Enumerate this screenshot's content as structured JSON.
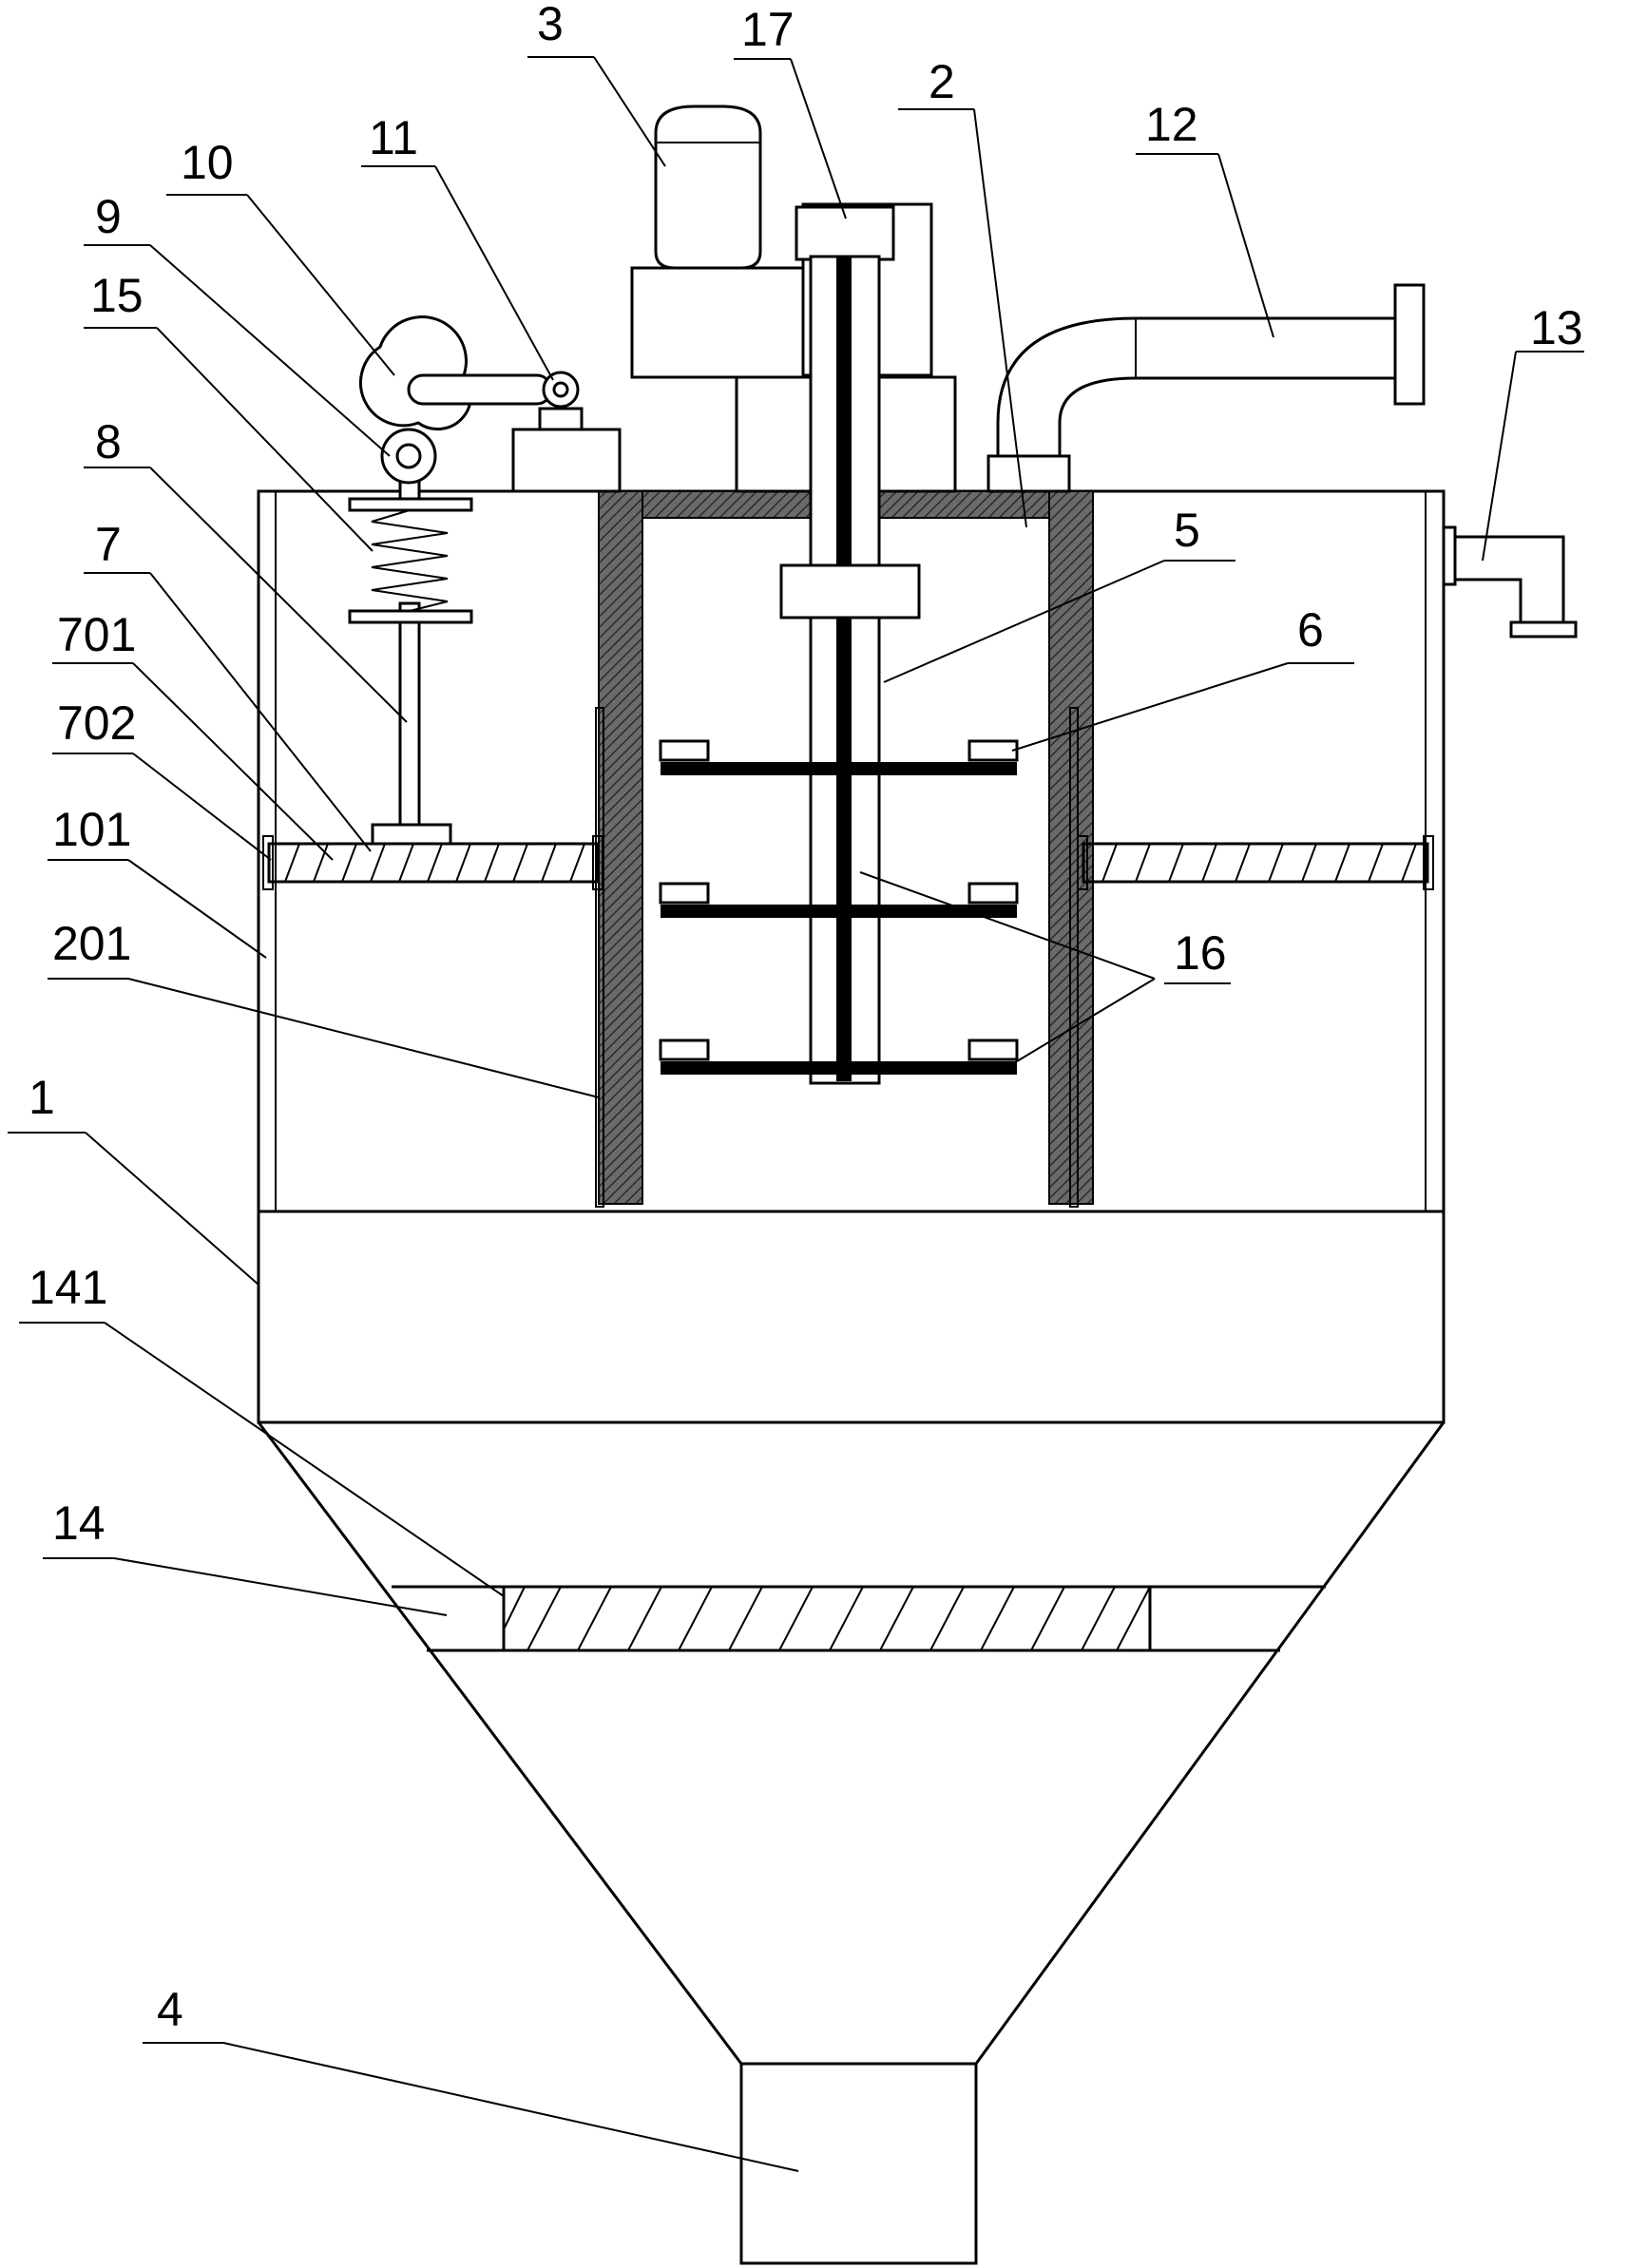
{
  "labels": {
    "l1": "1",
    "l2": "2",
    "l3": "3",
    "l4": "4",
    "l5": "5",
    "l6": "6",
    "l7": "7",
    "l8": "8",
    "l9": "9",
    "l10": "10",
    "l11": "11",
    "l12": "12",
    "l13": "13",
    "l14": "14",
    "l15": "15",
    "l16": "16",
    "l17": "17",
    "l101": "101",
    "l141": "141",
    "l201": "201",
    "l701": "701",
    "l702": "702"
  }
}
